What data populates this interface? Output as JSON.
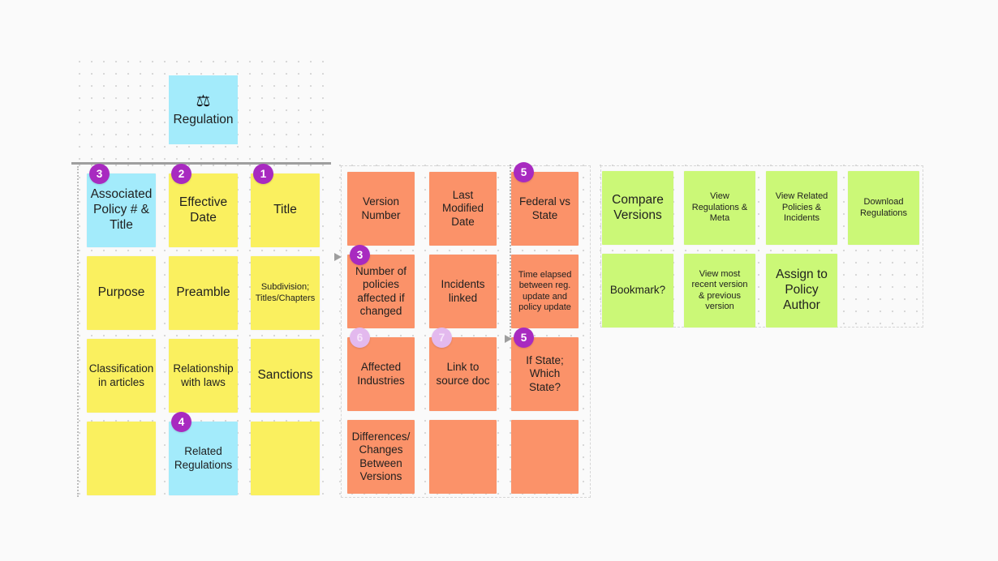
{
  "board": {
    "background_color": "#FAFAFA",
    "grid_dot_color": "#D8D8D8",
    "divider_color": "#9E9E9E"
  },
  "colors": {
    "yellow": "#FAF05F",
    "cyan": "#A3EBFB",
    "orange": "#FB9269",
    "green": "#CBF877",
    "badge_purple": "#A82AC0",
    "badge_purple_faded": "#E3B9EE"
  },
  "header": {
    "icon": "scales-of-justice-icon",
    "icon_glyph": "⚖",
    "title": "Regulation"
  },
  "groups": {
    "attributes": {
      "cards": [
        {
          "label": "Associated Policy # & Title",
          "color": "cyan",
          "badge": "3",
          "badge_state": "solid",
          "size": "lg"
        },
        {
          "label": "Effective Date",
          "color": "yellow",
          "badge": "2",
          "badge_state": "solid",
          "size": "lg"
        },
        {
          "label": "Title",
          "color": "yellow",
          "badge": "1",
          "badge_state": "solid",
          "size": "lg"
        },
        {
          "label": "Purpose",
          "color": "yellow",
          "badge": null,
          "size": "lg"
        },
        {
          "label": "Preamble",
          "color": "yellow",
          "badge": null,
          "size": "lg"
        },
        {
          "label": "Subdivision; Titles/Chapters",
          "color": "yellow",
          "badge": null,
          "size": "sm"
        },
        {
          "label": "Classification in articles",
          "color": "yellow",
          "badge": null,
          "size": "md"
        },
        {
          "label": "Relationship with laws",
          "color": "yellow",
          "badge": null,
          "size": "md"
        },
        {
          "label": "Sanctions",
          "color": "yellow",
          "badge": null,
          "size": "lg"
        },
        {
          "label": "",
          "color": "yellow",
          "badge": null,
          "size": "lg"
        },
        {
          "label": "Related Regulations",
          "color": "cyan",
          "badge": "4",
          "badge_state": "solid",
          "size": "md"
        },
        {
          "label": "",
          "color": "yellow",
          "badge": null,
          "size": "lg"
        }
      ]
    },
    "metadata": {
      "cards": [
        {
          "label": "Version Number",
          "color": "orange",
          "badge": null,
          "size": "md"
        },
        {
          "label": "Last Modified Date",
          "color": "orange",
          "badge": null,
          "size": "md"
        },
        {
          "label": "Federal vs State",
          "color": "orange",
          "badge": "5",
          "badge_state": "solid",
          "size": "md"
        },
        {
          "label": "Number of policies affected if changed",
          "color": "orange",
          "badge": "3",
          "badge_state": "solid",
          "size": "md"
        },
        {
          "label": "Incidents linked",
          "color": "orange",
          "badge": null,
          "size": "md"
        },
        {
          "label": "Time elapsed between reg. update and policy update",
          "color": "orange",
          "badge": null,
          "size": "sm"
        },
        {
          "label": "Affected Industries",
          "color": "orange",
          "badge": "6",
          "badge_state": "faded",
          "size": "md"
        },
        {
          "label": "Link to source doc",
          "color": "orange",
          "badge": "7",
          "badge_state": "faded",
          "size": "md"
        },
        {
          "label": "If State; Which State?",
          "color": "orange",
          "badge": "5",
          "badge_state": "solid",
          "size": "md"
        },
        {
          "label": "Differences/ Changes Between Versions",
          "color": "orange",
          "badge": null,
          "size": "md"
        },
        {
          "label": "",
          "color": "orange",
          "badge": null,
          "size": "md"
        },
        {
          "label": "",
          "color": "orange",
          "badge": null,
          "size": "md"
        }
      ]
    },
    "actions": {
      "cards": [
        {
          "label": "Compare Versions",
          "color": "green",
          "badge": null,
          "size": "lg"
        },
        {
          "label": "View Regulations & Meta",
          "color": "green",
          "badge": null,
          "size": "sm"
        },
        {
          "label": "View Related Policies & Incidents",
          "color": "green",
          "badge": null,
          "size": "sm"
        },
        {
          "label": "Download Regulations",
          "color": "green",
          "badge": null,
          "size": "sm"
        },
        {
          "label": "Bookmark?",
          "color": "green",
          "badge": null,
          "size": "md"
        },
        {
          "label": "View most recent version & previous version",
          "color": "green",
          "badge": null,
          "size": "sm"
        },
        {
          "label": "Assign to Policy Author",
          "color": "green",
          "badge": null,
          "size": "lg"
        }
      ]
    }
  }
}
